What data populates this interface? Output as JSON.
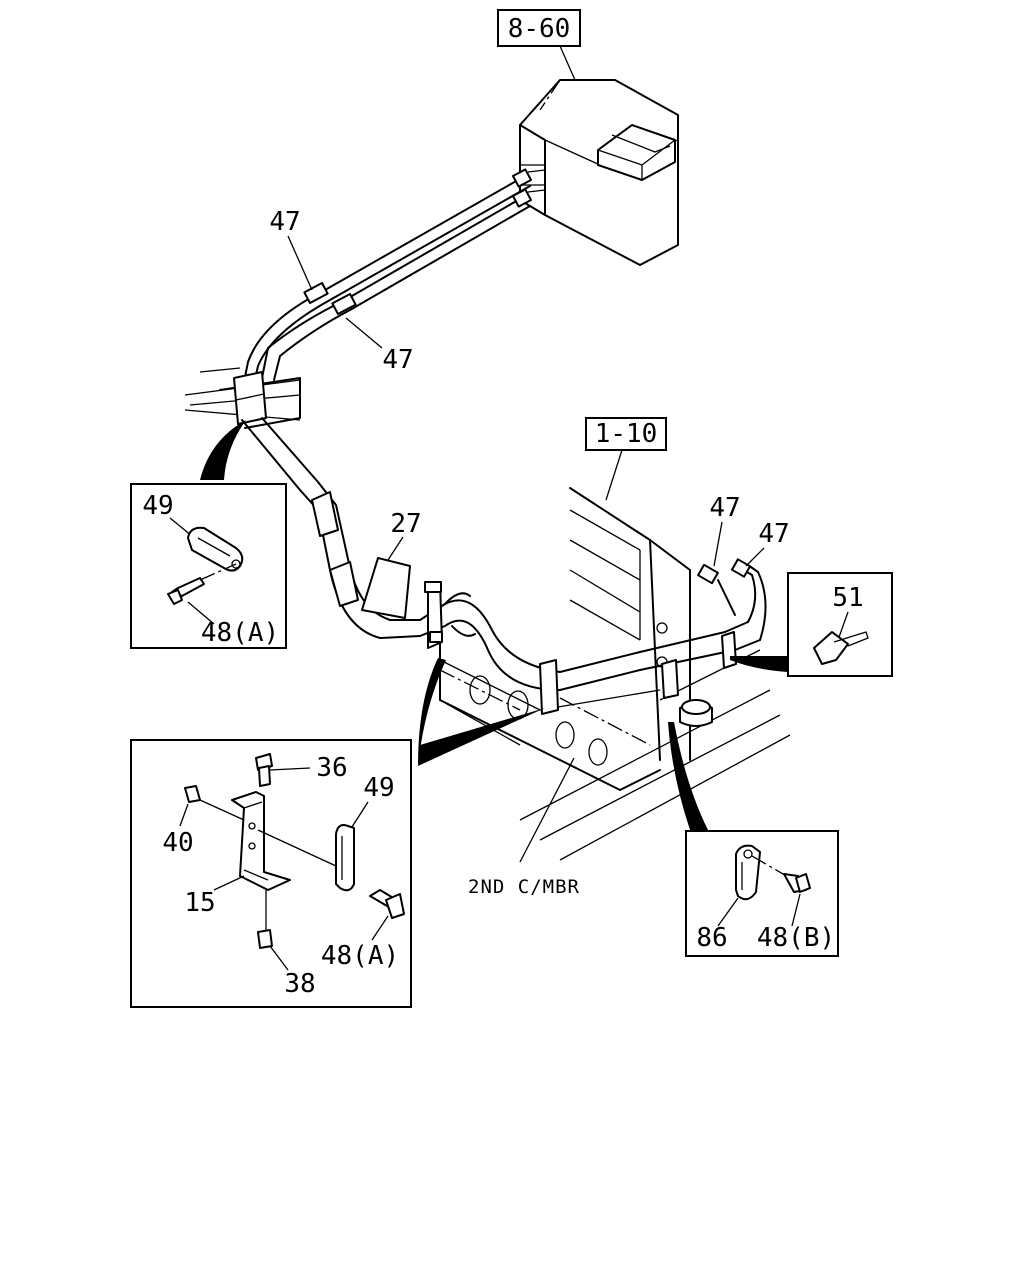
{
  "references": {
    "ref_8_60": "8-60",
    "ref_1_10": "1-10"
  },
  "callouts": {
    "p47_a": "47",
    "p47_b": "47",
    "p47_c": "47",
    "p47_d": "47",
    "p27": "27",
    "p51": "51"
  },
  "inset_clip_a": {
    "p49": "49",
    "p48a": "48(A)"
  },
  "inset_bracket": {
    "p36": "36",
    "p49": "49",
    "p40": "40",
    "p15": "15",
    "p48a": "48(A)",
    "p38": "38"
  },
  "inset_clip_b": {
    "p86": "86",
    "p48b": "48(B)"
  },
  "notes": {
    "crossmember": "2ND C/MBR"
  }
}
